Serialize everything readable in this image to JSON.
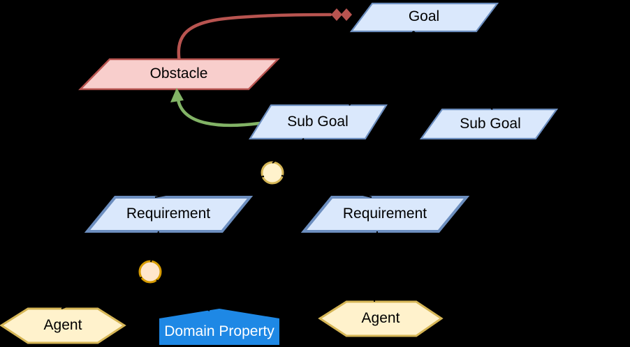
{
  "diagram": {
    "title": "Goal model diagram",
    "background": "#000000",
    "nodes": {
      "goal": {
        "label": "Goal",
        "shape": "parallelogram",
        "fill": "#dae8fc",
        "stroke": "#6c8ebf"
      },
      "obstacle": {
        "label": "Obstacle",
        "shape": "parallelogram",
        "fill": "#f8cecc",
        "stroke": "#b85450"
      },
      "subgoal1": {
        "label": "Sub Goal",
        "shape": "parallelogram",
        "fill": "#dae8fc",
        "stroke": "#6c8ebf"
      },
      "subgoal2": {
        "label": "Sub Goal",
        "shape": "parallelogram",
        "fill": "#dae8fc",
        "stroke": "#6c8ebf"
      },
      "requirement1": {
        "label": "Requirement",
        "shape": "parallelogram",
        "fill": "#dae8fc",
        "stroke": "#6c8ebf"
      },
      "requirement2": {
        "label": "Requirement",
        "shape": "parallelogram",
        "fill": "#dae8fc",
        "stroke": "#6c8ebf"
      },
      "junction1": {
        "label": "",
        "shape": "circle",
        "fill": "#fff2cc",
        "stroke": "#d6b656"
      },
      "junction2": {
        "label": "",
        "shape": "circle",
        "fill": "#ffe6cc",
        "stroke": "#d79b00"
      },
      "agent1": {
        "label": "Agent",
        "shape": "hexagon",
        "fill": "#fff2cc",
        "stroke": "#d6b656"
      },
      "agent2": {
        "label": "Agent",
        "shape": "hexagon",
        "fill": "#fff2cc",
        "stroke": "#d6b656"
      },
      "domain_property": {
        "label": "Domain Property",
        "shape": "pentagon-house",
        "fill": "#1e88e5",
        "text_color": "#ffffff"
      }
    },
    "edges": {
      "obstruction": {
        "from": "obstacle",
        "to": "goal",
        "color": "#b85450",
        "marker": "double-diamond"
      },
      "resolution": {
        "from": "subgoal1",
        "to": "obstacle",
        "color": "#82b366",
        "marker": "arrow"
      },
      "refinement": {
        "color": "#000000"
      }
    }
  }
}
